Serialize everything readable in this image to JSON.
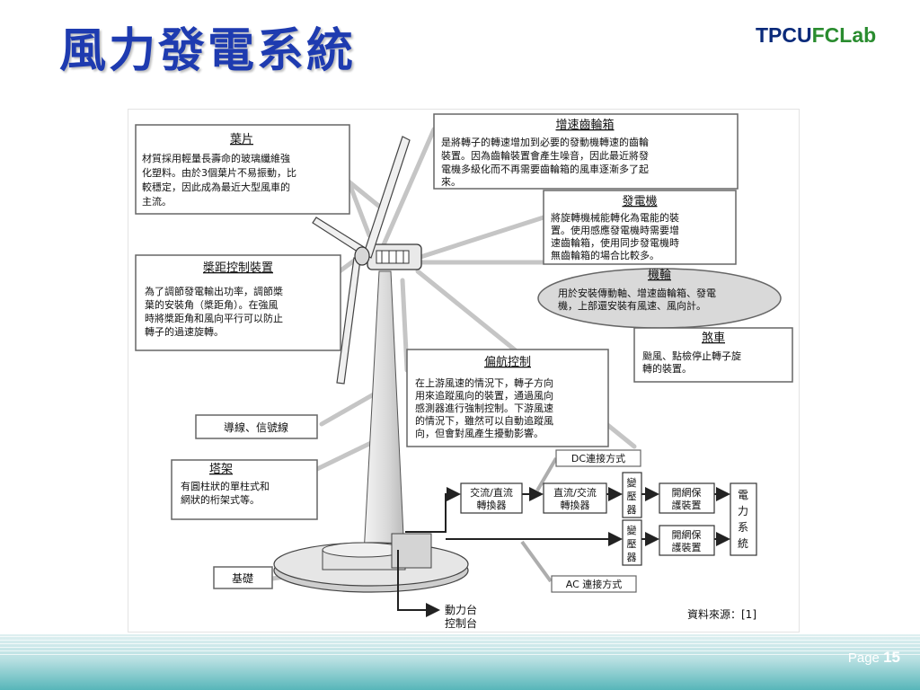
{
  "slide": {
    "title": "風力發電系統",
    "logo_part1": "TPCU",
    "logo_part2": "FCLab",
    "page_label": "Page",
    "page_number": "15"
  },
  "diagram": {
    "blade": {
      "title": "葉片",
      "lines": [
        "材質採用輕量長壽命的玻璃纖維強",
        "化塑料。由於3個葉片不易振動，比",
        "較穩定，因此成為最近大型風車的",
        "主流。"
      ]
    },
    "gearbox": {
      "title": "增速齒輪箱",
      "lines": [
        "是將轉子的轉速增加到必要的發動機轉速的齒輪",
        "裝置。因為齒輪裝置會產生噪音，因此最近將發",
        "電機多級化而不再需要齒輪箱的風車逐漸多了起",
        "來。"
      ]
    },
    "generator": {
      "title": "發電機",
      "lines": [
        "將旋轉機械能轉化為電能的裝",
        "置。使用感應發電機時需要增",
        "速齒輪箱，使用同步發電機時",
        "無齒輪箱的場合比較多。"
      ]
    },
    "nacelle": {
      "title": "機輪",
      "lines": [
        "用於安裝傳動軸、增速齒輪箱、發電",
        "機，上部還安裝有風速、風向計。"
      ]
    },
    "pitch": {
      "title": "槳距控制裝置",
      "lines": [
        "為了調節發電輸出功率，調節槳",
        "葉的安裝角（槳距角）。在強風",
        "時將槳距角和風向平行可以防止",
        "轉子的過速旋轉。"
      ]
    },
    "brake": {
      "title": "煞車",
      "lines": [
        "颱風、點檢停止轉子旋",
        "轉的裝置。"
      ]
    },
    "yaw": {
      "title": "偏航控制",
      "lines": [
        "在上游風速的情況下，轉子方向",
        "用來追蹤風向的裝置，通過風向",
        "感測器進行強制控制。下游風速",
        "的情況下，雖然可以自動追蹤風",
        "向，但會對風產生擾動影響。"
      ]
    },
    "wire": {
      "title": "導線、信號線"
    },
    "tower": {
      "title": "塔架",
      "lines": [
        "有圓柱狀的單柱式和",
        "網狀的桁架式等。"
      ]
    },
    "foundation": {
      "title": "基礎"
    },
    "dc_label": "DC連接方式",
    "ac_label": "AC 連接方式",
    "acdc": [
      "交流/直流",
      "轉換器"
    ],
    "dcac": [
      "直流/交流",
      "轉換器"
    ],
    "transformer": [
      "變",
      "壓",
      "器"
    ],
    "protection": [
      "開網保",
      "護裝置"
    ],
    "power_system": [
      "電",
      "力",
      "系",
      "統"
    ],
    "control_panel": [
      "動力台",
      "控制台"
    ],
    "source": "資料來源：[1]"
  }
}
